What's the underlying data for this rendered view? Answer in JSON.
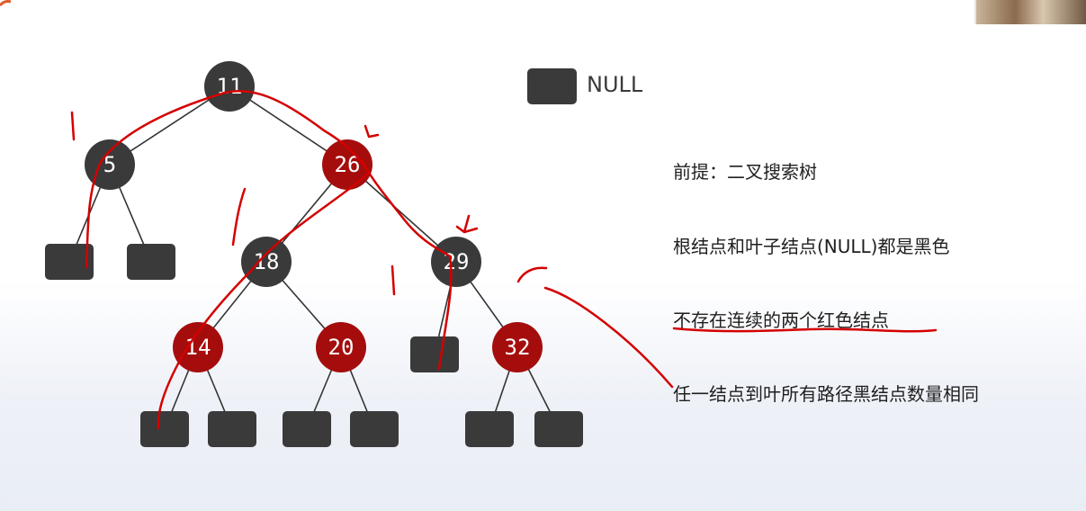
{
  "legend": {
    "null_label": "NULL"
  },
  "rules": [
    "前提：二叉搜索树",
    "根结点和叶子结点(NULL)都是黑色",
    "不存在连续的两个红色结点",
    "任一结点到叶所有路径黑结点数量相同"
  ],
  "nodes": [
    {
      "id": "11",
      "label": "11",
      "color": "#3a3a3a"
    },
    {
      "id": "5",
      "label": "5",
      "color": "#3a3a3a"
    },
    {
      "id": "26",
      "label": "26",
      "color": "#a50d0d"
    },
    {
      "id": "18",
      "label": "18",
      "color": "#3a3a3a"
    },
    {
      "id": "29",
      "label": "29",
      "color": "#3a3a3a"
    },
    {
      "id": "14",
      "label": "14",
      "color": "#a50d0d"
    },
    {
      "id": "20",
      "label": "20",
      "color": "#a50d0d"
    },
    {
      "id": "32",
      "label": "32",
      "color": "#a50d0d"
    }
  ],
  "edges": [
    [
      "11",
      "5"
    ],
    [
      "11",
      "26"
    ],
    [
      "5",
      "n1"
    ],
    [
      "5",
      "n2"
    ],
    [
      "26",
      "18"
    ],
    [
      "26",
      "29"
    ],
    [
      "18",
      "14"
    ],
    [
      "18",
      "20"
    ],
    [
      "29",
      "n3"
    ],
    [
      "29",
      "32"
    ],
    [
      "14",
      "n4"
    ],
    [
      "14",
      "n5"
    ],
    [
      "20",
      "n6"
    ],
    [
      "20",
      "n7"
    ],
    [
      "32",
      "n8"
    ],
    [
      "32",
      "n9"
    ]
  ],
  "colors": {
    "black_node": "#3a3a3a",
    "red_node": "#a50d0d",
    "null_leaf": "#3a3a3a",
    "annotation": "#d40000",
    "edge": "#333333"
  }
}
